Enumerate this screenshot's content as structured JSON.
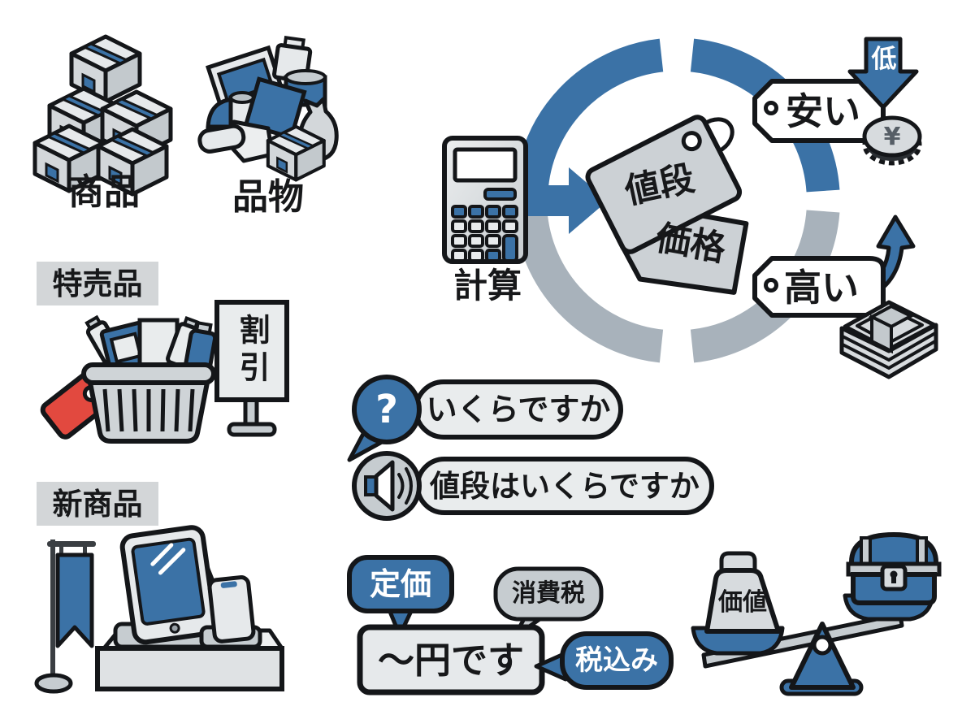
{
  "palette": {
    "accent_blue": "#3b72a6",
    "ring_gray": "#a8b2bb",
    "light_fill": "#e9eced",
    "panel_gray": "#d3d6d8",
    "mid_gray": "#c6ccd0",
    "tag_gray": "#ccd1d5",
    "red_tag": "#e2493f",
    "outline": "#141619"
  },
  "left_column": {
    "products_label": "商品",
    "goods_label": "品物",
    "sale_items_label": "特売品",
    "discount_sign_text": "割引",
    "new_product_label": "新商品"
  },
  "center_flow": {
    "calculator_label": "計算",
    "price_tag_1": "値段",
    "price_tag_2": "価格"
  },
  "outcomes": {
    "cheap_label": "安い",
    "low_badge": "低",
    "coin_symbol": "¥",
    "expensive_label": "高い"
  },
  "phrases": {
    "question_mark": "?",
    "how_much": "いくらですか",
    "price_how_much": "値段はいくらですか"
  },
  "pricing_terms": {
    "list_price": "定価",
    "consumption_tax": "消費税",
    "yen_amount_phrase": "〜円です",
    "tax_included": "税込み"
  },
  "value_scale": {
    "value_label": "価値"
  }
}
